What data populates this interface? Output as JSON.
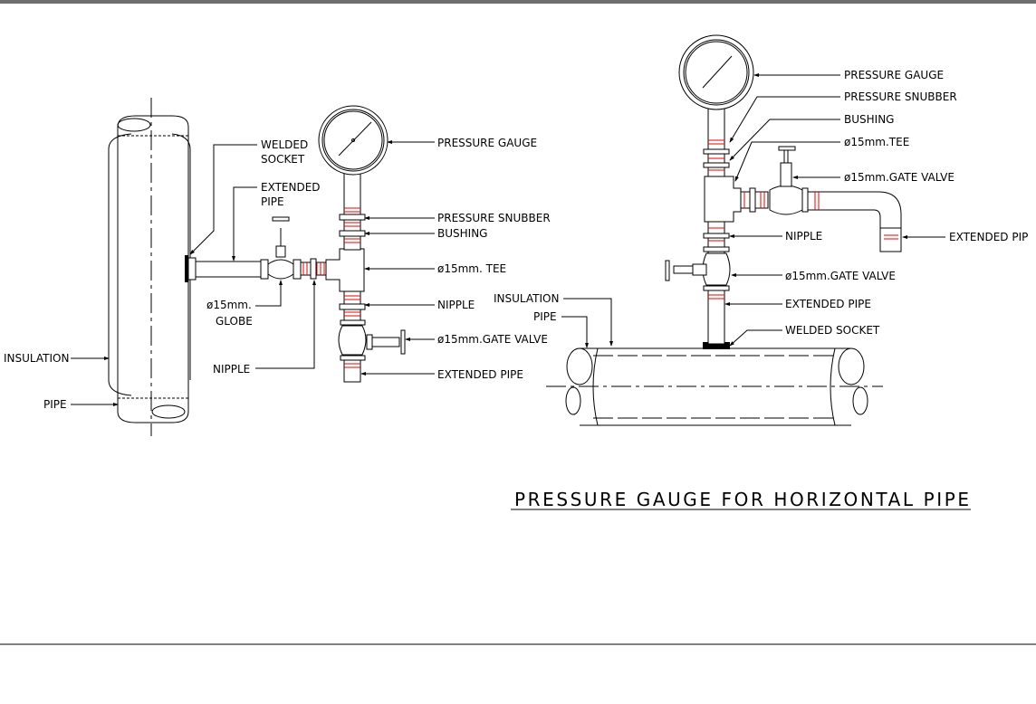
{
  "left_detail": {
    "labels": {
      "welded_socket": [
        "WELDED",
        "SOCKET"
      ],
      "extended_pipe_top": [
        "EXTENDED",
        "PIPE"
      ],
      "pressure_gauge": "PRESSURE GAUGE",
      "pressure_snubber": "PRESSURE SNUBBER",
      "bushing": "BUSHING",
      "tee": "ø15mm. TEE",
      "nipple_right": "NIPPLE",
      "gate_valve": "ø15mm.GATE VALVE",
      "extended_pipe_bottom": "EXTENDED PIPE",
      "globe": [
        "ø15mm.",
        "GLOBE"
      ],
      "nipple_left": "NIPPLE",
      "insulation": "INSULATION",
      "pipe": "PIPE"
    }
  },
  "right_detail": {
    "labels": {
      "pressure_gauge": "PRESSURE GAUGE",
      "pressure_snubber": "PRESSURE SNUBBER",
      "bushing": "BUSHING",
      "tee": "ø15mm.TEE",
      "gate_valve_top": "ø15mm.GATE VALVE",
      "extended_pipe_side": "EXTENDED PIP",
      "nipple": "NIPPLE",
      "gate_valve_bottom": "ø15mm.GATE VALVE",
      "extended_pipe": "EXTENDED PIPE",
      "welded_socket": "WELDED SOCKET",
      "insulation": "INSULATION",
      "pipe": "PIPE"
    },
    "title": "PRESSURE GAUGE FOR HORIZONTAL PIPE"
  },
  "colors": {
    "line": "#000000",
    "thread": "#e00000",
    "frame": "#6e6e6e"
  }
}
